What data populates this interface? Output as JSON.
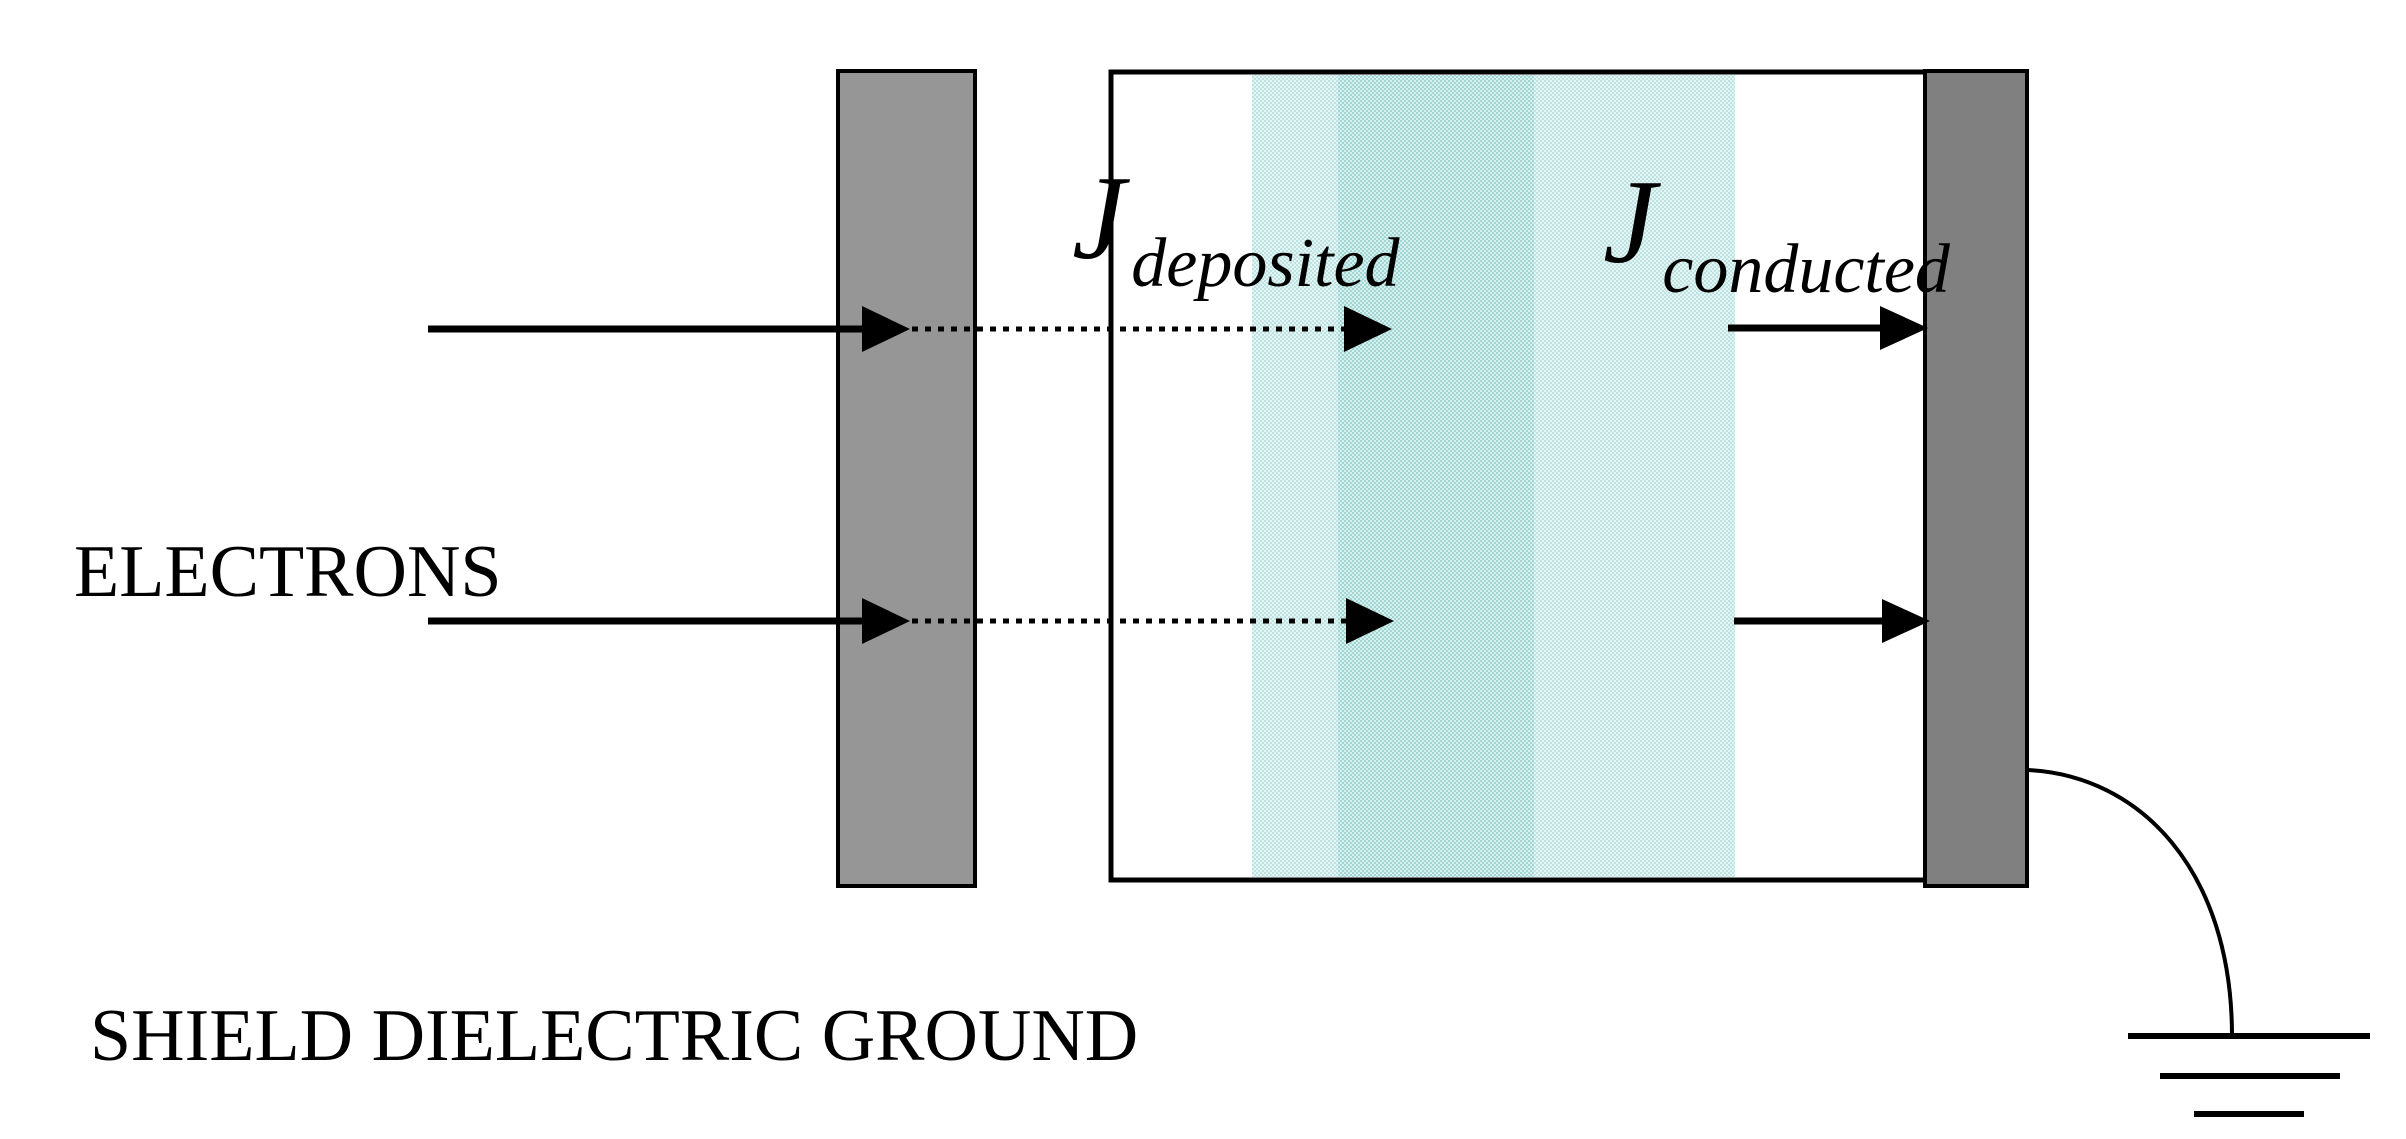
{
  "labels": {
    "electrons": "ELECTRONS",
    "bottom_caption": "SHIELD DIELECTRIC GROUND"
  },
  "currents": {
    "deposited": {
      "symbol": "J",
      "subscript": "deposited"
    },
    "conducted": {
      "symbol": "J",
      "subscript": "conducted"
    }
  },
  "colors": {
    "shield_fill": "#969696",
    "ground_plate_fill": "#808080",
    "dielectric_fill": "#ffffff",
    "deposition_region_tint": "#d6efee",
    "deposition_region_core_tint": "#c7e9e8",
    "stroke": "#000000"
  }
}
